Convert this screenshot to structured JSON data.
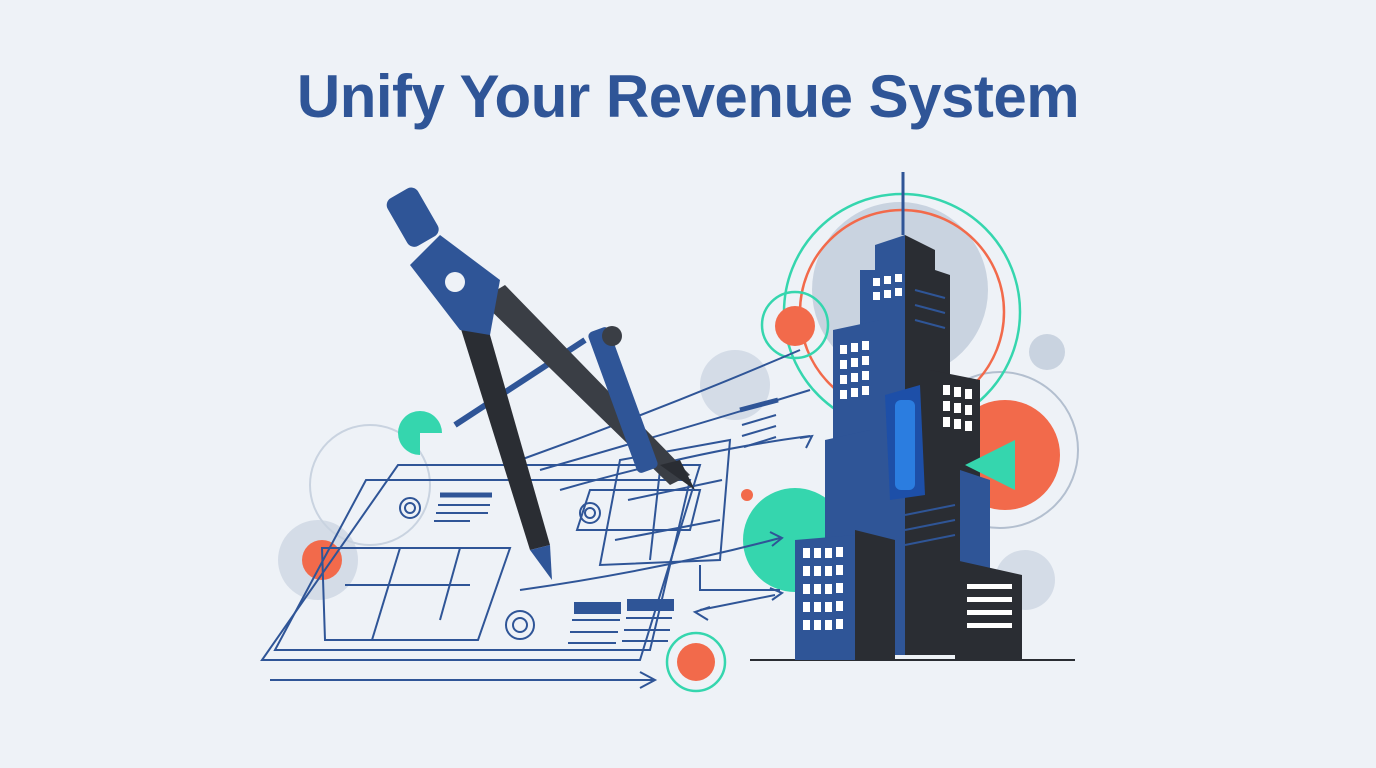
{
  "header": {
    "title": "Unify Your Revenue System"
  },
  "illustration": {
    "elements": [
      "drafting-compass",
      "pen",
      "blueprint-plans",
      "gear-icons",
      "skyscraper",
      "connection-arrows",
      "decorative-circles"
    ],
    "colors": {
      "background": "#eef2f7",
      "primary_blue": "#2f5597",
      "bright_blue": "#2b7de0",
      "dark": "#2a2d33",
      "orange": "#f26a4b",
      "teal": "#35d6ae",
      "grey_circle": "#c9d3e0"
    }
  }
}
